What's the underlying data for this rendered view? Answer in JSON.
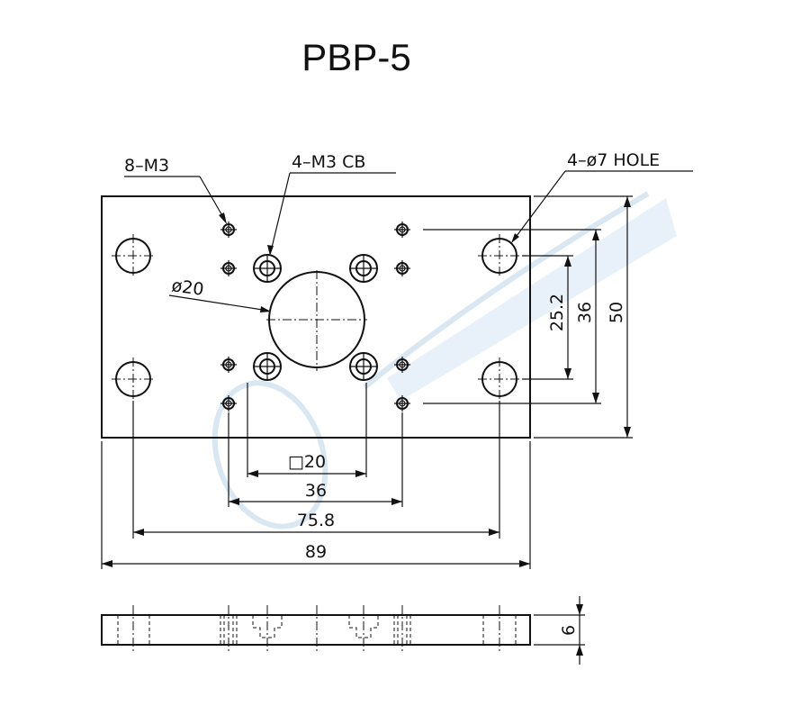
{
  "title": "PBP-5",
  "callouts": {
    "tapped_holes": "8–M3",
    "counterbore": "4–M3 CB",
    "through_holes": "4–ø7 HOLE",
    "bore_diameter": "ø20"
  },
  "dimensions": {
    "square": "□20",
    "bolt_spacing_x": "36",
    "hole_spacing_x": "75.8",
    "overall_width": "89",
    "hole_spacing_y_inner": "25.2",
    "hole_spacing_y_outer": "36",
    "overall_height": "50",
    "thickness": "6"
  }
}
